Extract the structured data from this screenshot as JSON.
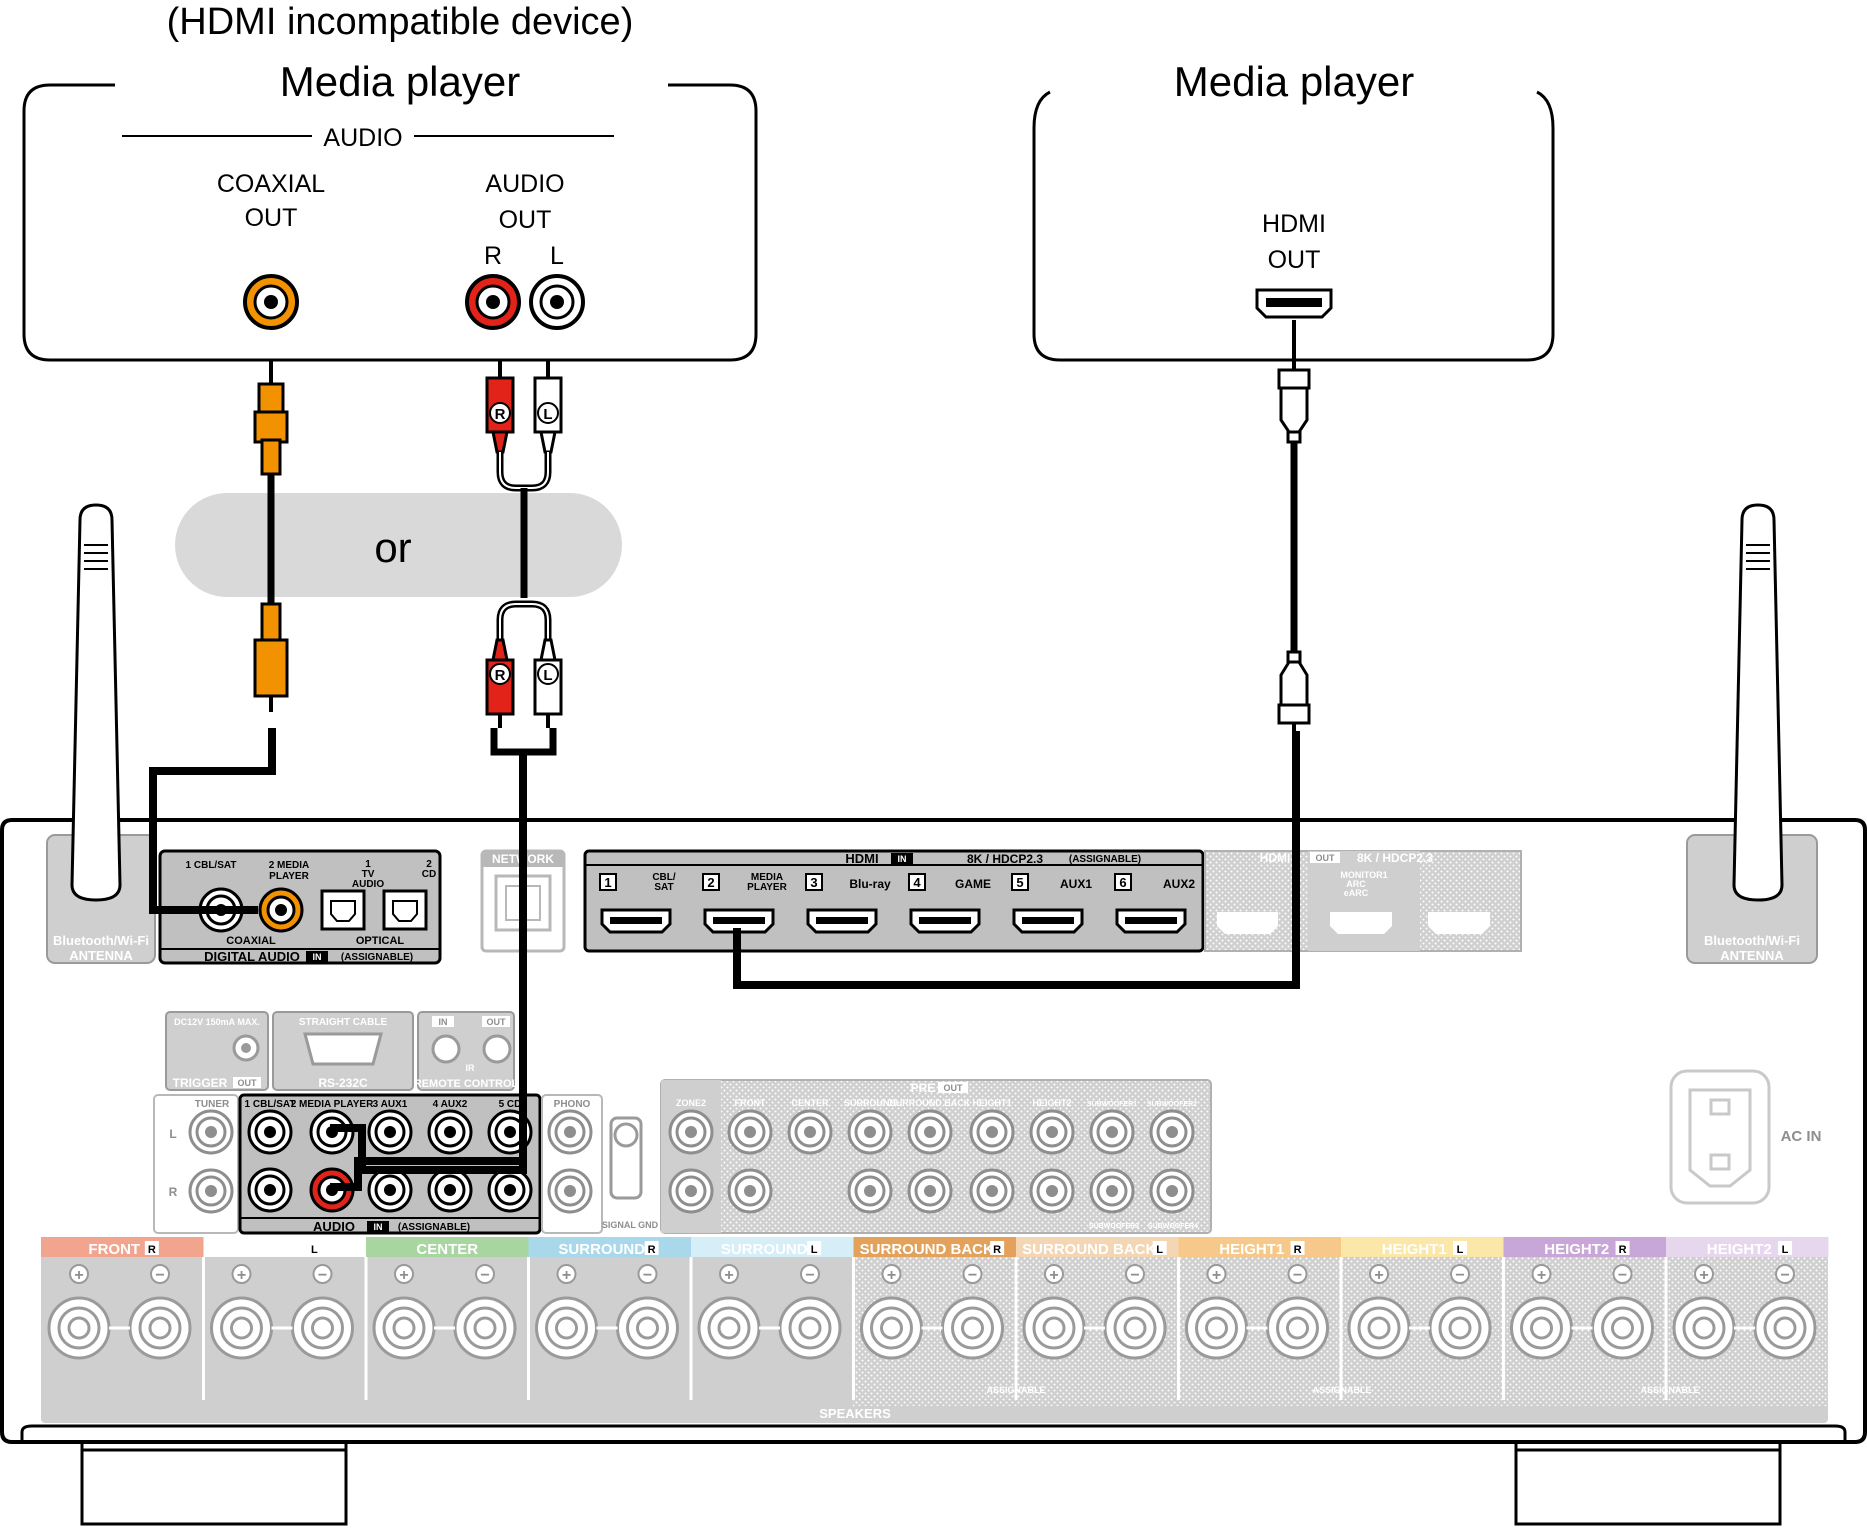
{
  "header": {
    "note": "(HDMI incompatible device)",
    "left_device_title": "Media player",
    "right_device_title": "Media player"
  },
  "left_device": {
    "group_label": "AUDIO",
    "coaxial_label_1": "COAXIAL",
    "coaxial_label_2": "OUT",
    "audio_label_1": "AUDIO",
    "audio_label_2": "OUT",
    "r_label": "R",
    "l_label": "L"
  },
  "right_device": {
    "hdmi_label_1": "HDMI",
    "hdmi_label_2": "OUT"
  },
  "or_label": "or",
  "plug_labels": {
    "r": "R",
    "l": "L"
  },
  "receiver": {
    "antenna_left": [
      "Bluetooth/Wi-Fi",
      "ANTENNA"
    ],
    "antenna_right": [
      "Bluetooth/Wi-Fi",
      "ANTENNA"
    ],
    "digital_audio": {
      "in1": "1 CBL/SAT",
      "in2": [
        "2 MEDIA",
        "PLAYER"
      ],
      "opt1": [
        "1",
        "TV",
        "AUDIO"
      ],
      "opt2": [
        "2",
        "CD"
      ],
      "coaxial": "COAXIAL",
      "optical": "OPTICAL",
      "title": "DIGITAL AUDIO",
      "in_badge": "IN",
      "assignable": "(ASSIGNABLE)"
    },
    "network": "NETWORK",
    "hdmi_in": {
      "title": "HDMI",
      "in_badge": "IN",
      "spec": "8K / HDCP2.3",
      "assignable": "(ASSIGNABLE)",
      "ports": [
        {
          "num": "1",
          "name": [
            "CBL/",
            "SAT"
          ]
        },
        {
          "num": "2",
          "name": [
            "MEDIA",
            "PLAYER"
          ]
        },
        {
          "num": "3",
          "name": [
            "Blu-ray"
          ]
        },
        {
          "num": "4",
          "name": [
            "GAME"
          ]
        },
        {
          "num": "5",
          "name": [
            "AUX1"
          ]
        },
        {
          "num": "6",
          "name": [
            "AUX2"
          ]
        }
      ]
    },
    "hdmi_out": {
      "title": "HDMI",
      "out_badge": "OUT",
      "spec": "8K / HDCP2.3",
      "monitor1": [
        "MONITOR1",
        "ARC",
        "eARC"
      ]
    },
    "trigger": {
      "spec": "DC12V 150mA MAX.",
      "label": "TRIGGER",
      "out_badge": "OUT"
    },
    "rs232c": {
      "top": "STRAIGHT CABLE",
      "label": "RS-232C"
    },
    "remote": {
      "in_badge": "IN",
      "out_badge": "OUT",
      "ir": "IR",
      "label": "REMOTE CONTROL"
    },
    "tuner": {
      "label": "TUNER",
      "l": "L",
      "r": "R"
    },
    "audio_in": {
      "cols": [
        "1 CBL/SAT",
        "2 MEDIA PLAYER",
        "3 AUX1",
        "4 AUX2",
        "5 CD"
      ],
      "title": "AUDIO",
      "in_badge": "IN",
      "assignable": "(ASSIGNABLE)"
    },
    "phono": "PHONO",
    "signal_gnd": "SIGNAL GND",
    "pre_out": {
      "title": "PRE",
      "out_badge": "OUT",
      "cols": [
        "ZONE2",
        "FRONT",
        "CENTER",
        "SURROUND",
        "SURROUND BACK",
        "HEIGHT1",
        "HEIGHT2",
        "SUBWOOFER1",
        "SUBWOOFER2"
      ],
      "sub_bottom": [
        "SUBWOOFER3",
        "SUBWOOFER4"
      ]
    },
    "ac_in": "AC IN",
    "speakers": {
      "label": "SPEAKERS",
      "assignable": "ASSIGNABLE",
      "channels": [
        {
          "name": "FRONT",
          "side": "R",
          "color": "#f2a58e"
        },
        {
          "name": "FRONT",
          "side": "L",
          "color": "#ffffff"
        },
        {
          "name": "CENTER",
          "side": "",
          "color": "#a9d6a0"
        },
        {
          "name": "SURROUND",
          "side": "R",
          "color": "#a8d8ea"
        },
        {
          "name": "SURROUND",
          "side": "L",
          "color": "#d6eef7"
        },
        {
          "name": "SURROUND BACK",
          "side": "R",
          "color": "#e3a25c"
        },
        {
          "name": "SURROUND BACK",
          "side": "L",
          "color": "#f3d6b3"
        },
        {
          "name": "HEIGHT1",
          "side": "R",
          "color": "#f6c98a"
        },
        {
          "name": "HEIGHT1",
          "side": "L",
          "color": "#fbe7a8"
        },
        {
          "name": "HEIGHT2",
          "side": "R",
          "color": "#c9a6d8"
        },
        {
          "name": "HEIGHT2",
          "side": "L",
          "color": "#e7d7ee"
        }
      ]
    }
  },
  "colors": {
    "coaxial": "#f39200",
    "red": "#e2231a",
    "white": "#ffffff",
    "cable": "#000000",
    "or_pill": "#d9d9d9"
  }
}
